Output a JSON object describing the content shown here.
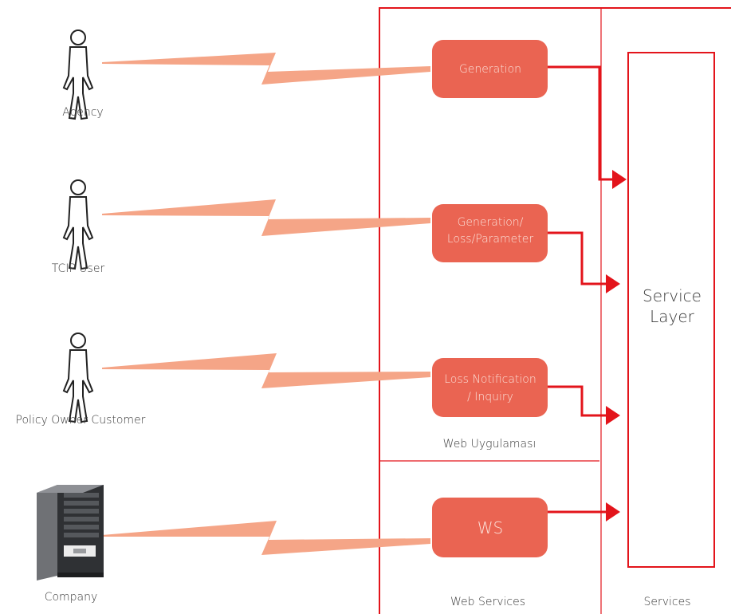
{
  "actors": [
    {
      "label": "Agency"
    },
    {
      "label": "TCIP User"
    },
    {
      "label": "Policy Owner Customer"
    },
    {
      "label": "Company"
    }
  ],
  "components": {
    "generation": {
      "line1": "Generation"
    },
    "generation_loss": {
      "line1": "Generation/",
      "line2": "Loss/Parameter"
    },
    "loss_notification": {
      "line1": "Loss Notification",
      "line2": "/ Inquiry"
    },
    "ws": {
      "line1": "WS"
    }
  },
  "zones": {
    "web_app": "Web Uygulaması",
    "web_services": "Web Services",
    "services": "Services"
  },
  "service_layer": {
    "line1": "Service",
    "line2": "Layer"
  },
  "colors": {
    "border": "#e3141b",
    "box_fill": "#ea6452",
    "lightning": "#f5a587",
    "arrow": "#e3141b"
  }
}
